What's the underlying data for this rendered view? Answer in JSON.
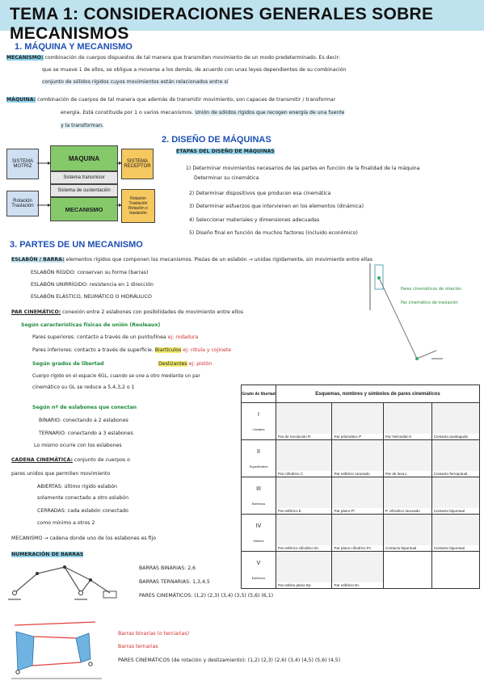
{
  "title": "TEMA 1: CONSIDERACIONES GENERALES SOBRE MECANISMOS",
  "s1": {
    "heading": "1.   MÁQUINA Y MECANISMO",
    "mecanismo_label": "MECANISMO:",
    "mecanismo_l1": "combinación de cuerpos dispuestos de tal manera que transmiten movimiento de un modo predeterminado. Es decir:",
    "mecanismo_l2": "que se mueve 1 de ellos, se obligue a moverse a los demás, de acuerdo con unas leyes dependientes de su combinación",
    "mecanismo_l3": "conjunto de sólidos rígidos cuyos movimientos están relacionados entre sí",
    "maquina_label": "MÁQUINA:",
    "maquina_l1": "combinación de cuerpos de tal manera que además de transmitir movimiento, son capaces de transmitir / transformar",
    "maquina_l2a": "energía. Está constituida por 1 o varios mecanismos.",
    "maquina_l2b": "Unión de sólidos rígidos que recogen energía de una fuente",
    "maquina_l3": "y la transforman."
  },
  "diagram": {
    "motor": "SISTEMA MOTRIZ",
    "maquina": "MAQUINA",
    "receptor": "SISTEMA RECEPTOR",
    "transmisor": "Sistema transmisor",
    "sustentacion": "Sistema de sustentación",
    "mecanismo": "MECANISMO",
    "left1": "Rotación",
    "left2": "Traslación",
    "right1": "Rotación",
    "right2": "Traslación",
    "right3": "Rotación o traslación"
  },
  "s2": {
    "heading": "2. DISEÑO DE MÁQUINAS",
    "sub": "ETAPAS DEL DISEÑO DE MÁQUINAS",
    "i1": "1) Determinar movimientos necesarios de las partes en función de la finalidad de la máquina",
    "i1b": "Determinar su cinemática",
    "i2": "2) Determinar dispositivos que producen esa cinemática",
    "i3": "3) Determinar esfuerzos que intervienen en los elementos (dinámica)",
    "i4": "4) Seleccionar materiales y dimensiones adecuadas",
    "i5": "5) Diseño final en función de muchos factores (incluido económico)"
  },
  "s3": {
    "heading": "3. PARTES DE UN MECANISMO",
    "eslabon_label": "ESLABÓN / BARRA:",
    "eslabon_text": "elementos rígidos que componen los mecanismos. Piezas de un eslabón → unidas rígidamente, sin movimiento entre ellas",
    "e1": "ESLABÓN RÍGIDO: conservan su forma (barras)",
    "e2": "ESLABÓN UNIRRÍGIDO: resistencia en 1 dirección",
    "e3": "ESLABÓN ELÁSTICO, NEUMÁTICO O HIDRÁULICO",
    "par_label": "PAR CINEMÁTICO:",
    "par_text": "conexión entre 2 eslabones con posibilidades de movimiento entre ellos",
    "g1": "Según características físicas de unión (Reuleaux)",
    "g1a": "Pares superiores: contacto a través de un punto/línea",
    "g1a_ej": "ej: rodadura",
    "g1b": "Pares inferiores: contacto a través de superficie.",
    "g1b_tag": "Biartículos",
    "g1b_ej": "ej: rótula y cojinete",
    "g2": "Según grados de libertad",
    "g2_tag": "Deslizantes",
    "g2_ej": "ej: pistón",
    "g2_l1": "Cuerpo rígido en el espacio 6GL, cuando se une a otro mediante un par",
    "g2_l2": "cinemático su GL se reduce a 5,4,3,2 o 1",
    "g3": "Según nº de eslabones que conectan",
    "g3a": "BINARIO: conectando a 2 eslabones",
    "g3b": "TERNARIO: conectando a 3 eslabones",
    "g3c": "Lo mismo ocurre con los eslabones",
    "cadena_label": "CADENA CINEMÁTICA:",
    "cadena_text": "conjunto de cuerpos o",
    "cadena_l2": "pares unidos que permiten movimiento",
    "c1": "ABIERTAS: último rígido eslabón",
    "c1b": "solamente conectado a otro eslabón",
    "c2": "CERRADAS: cada eslabón conectado",
    "c2b": "como mínimo a otros 2",
    "mec_line": "MECANISMO → cadena donde uno de los eslabones es fijo",
    "side1": "Pares cinemáticos de rotación",
    "side2": "Par cinemático de traslación"
  },
  "table": {
    "h1": "Grado de libertad",
    "h2": "Esquemas, nombres y símbolos de pares cinemáticos",
    "rows": [
      {
        "n": "I",
        "tag": "Lineales",
        "c": [
          "Par de revolución R",
          "Par prismático P",
          "Par helicoidal H",
          "Contacto puntiagudo"
        ]
      },
      {
        "n": "II",
        "tag": "Superficiales",
        "c": [
          "Par cilíndrico C",
          "Par esférico ranurado",
          "Par de leva L",
          "Contacto ferroputual"
        ]
      },
      {
        "n": "III",
        "tag": "Esféricos",
        "c": [
          "Par esférico E",
          "Par plano Pl",
          "P. cilíndrico ranurado",
          "Contacto bipuntual"
        ]
      },
      {
        "n": "IV",
        "tag": "Hélices",
        "c": [
          "Par esférico cilíndrico Ec",
          "Par plano cilíndrico Pc",
          "Contacto bipuntual",
          "Contacto bipuntual"
        ]
      },
      {
        "n": "V",
        "tag": "Esféricos",
        "c": [
          "Par esfera plano Ep",
          "Par esférico Ec",
          "",
          ""
        ]
      }
    ]
  },
  "numeracion": {
    "heading": "NUMERACIÓN DE BARRAS",
    "binarias": "BARRAS BINARIAS: 2,6",
    "ternarias": "BARRAS TERNARIAS: 1,3,4,5",
    "pares": "PARES CINEMÁTICOS: (1,2) (2,3) (3,4) (3,5) (5,6) (6,1)"
  },
  "final": {
    "b1": "Barras binarias (o terciarias)",
    "b2": "Barras ternarias",
    "pares": "PARES CINEMÁTICOS (de rotación y deslizamiento): (1,2) (2,3) (2,6) (3,4) (4,5) (5,6) (4,5)"
  }
}
